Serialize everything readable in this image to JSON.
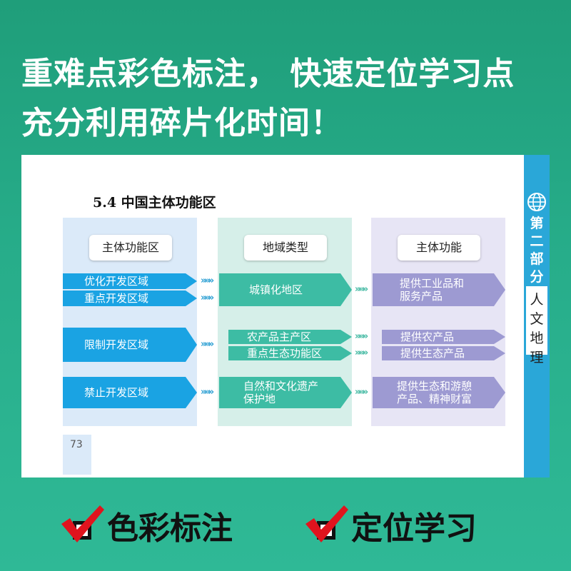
{
  "headline": {
    "line1": "重难点彩色标注， 快速定位学习点",
    "line2": "充分利用碎片化时间！"
  },
  "page": {
    "section_title": "5.4  中国主体功能区",
    "side_tab": {
      "part": [
        "第",
        "二",
        "部",
        "分"
      ],
      "topic": [
        "人",
        "文",
        "地",
        "理"
      ]
    },
    "page_number": "73",
    "columns": [
      {
        "header": "主体功能区"
      },
      {
        "header": "地域类型"
      },
      {
        "header": "主体功能"
      }
    ],
    "zones": [
      "优化开发区域",
      "重点开发区域",
      "限制开发区域",
      "禁止开发区域"
    ],
    "regions": [
      "城镇化地区",
      "农产品主产区",
      "重点生态功能区",
      "自然和文化遗产\n保护地"
    ],
    "functions": [
      "提供工业品和\n服务产品",
      "提供农产品",
      "提供生态产品",
      "提供生态和游憩\n产品、精神财富"
    ],
    "chevron": "»»»"
  },
  "bottom": {
    "items": [
      {
        "label": "色彩标注"
      },
      {
        "label": "定位学习"
      }
    ]
  },
  "colors": {
    "background": "#27ad8a",
    "tab_blue": "#2aa7d8",
    "zone_blue": "#1aa3e3",
    "region_teal": "#3dbca4",
    "function_purple": "#9d9ad2",
    "check_red": "#e0141e"
  }
}
